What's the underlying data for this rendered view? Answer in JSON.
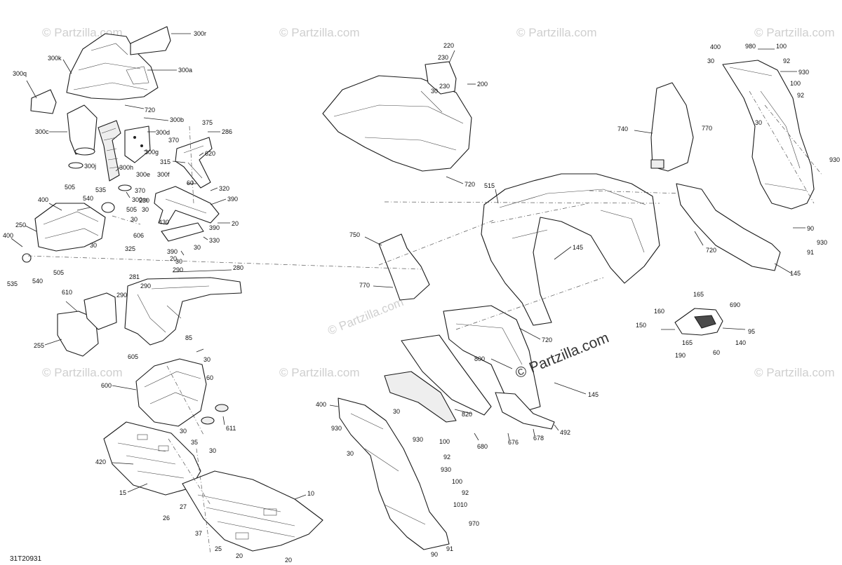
{
  "watermark": "© Partzilla.com",
  "brand_watermark": "© Partzilla.com",
  "figure_id": "31T20931",
  "callouts": {
    "c300r": "300r",
    "c300k": "300k",
    "c300a": "300a",
    "c300q": "300q",
    "c720a": "720",
    "c300b": "300b",
    "c300c": "300c",
    "c300d": "300d",
    "c300g": "300g",
    "c300j": "300j",
    "c300h": "300h",
    "c300e": "300e",
    "c300f": "300f",
    "c300m": "300m",
    "c370a": "370",
    "c375": "375",
    "c286": "286",
    "c620": "620",
    "c315": "315",
    "c60a": "60",
    "c370b": "370",
    "c230a": "230",
    "c320": "320",
    "c390a": "390",
    "c30a": "30",
    "c20a": "20",
    "c390b": "390",
    "c30b": "30",
    "c430": "430",
    "c330": "330",
    "c606": "606",
    "c390c": "390",
    "c20b": "20",
    "c30c": "30",
    "c325": "325",
    "c30d": "30",
    "c290a": "290",
    "c280": "280",
    "c281": "281",
    "c290b": "290",
    "c290c": "290",
    "c505a": "505",
    "c535a": "535",
    "c400a": "400",
    "c540a": "540",
    "c505b": "505",
    "c250": "250",
    "c30e": "30",
    "c400b": "400",
    "c535b": "535",
    "c540b": "540",
    "c505c": "505",
    "c610": "610",
    "c255": "255",
    "c85": "85",
    "c605": "605",
    "c600": "600",
    "c30f": "30",
    "c60b": "60",
    "c611": "611",
    "c30g": "30",
    "c420": "420",
    "c35": "35",
    "c30h": "30",
    "c15": "15",
    "c27": "27",
    "c26": "26",
    "c10": "10",
    "c37": "37",
    "c25": "25",
    "c20c": "20",
    "c20d": "20",
    "c220": "220",
    "c230b": "230",
    "c230c": "230",
    "c30i": "30",
    "c200": "200",
    "c720b": "720",
    "c515": "515",
    "c750": "750",
    "c770a": "770",
    "c145a": "145",
    "c720c": "720",
    "c800": "800",
    "c145b": "145",
    "c400c": "400",
    "c30j": "30",
    "c930a": "930",
    "c930b": "930",
    "c30k": "30",
    "c100a": "100",
    "c92a": "92",
    "c930c": "930",
    "c100b": "100",
    "c92b": "92",
    "c1010": "1010",
    "c970": "970",
    "c91a": "91",
    "c90a": "90",
    "c820": "820",
    "c680": "680",
    "c676": "676",
    "c678": "678",
    "c492": "492",
    "c740": "740",
    "c770b": "770",
    "c720d": "720",
    "c145c": "145",
    "c400d": "400",
    "c980": "980",
    "c100c": "100",
    "c30l": "30",
    "c92c": "92",
    "c930d": "930",
    "c100d": "100",
    "c92d": "92",
    "c30m": "30",
    "c930e": "930",
    "c90b": "90",
    "c930f": "930",
    "c91b": "91",
    "c165": "165",
    "c160": "160",
    "c690": "690",
    "c150": "150",
    "c95": "95",
    "c165b": "165",
    "c140": "140",
    "c190": "190",
    "c60c": "60"
  }
}
